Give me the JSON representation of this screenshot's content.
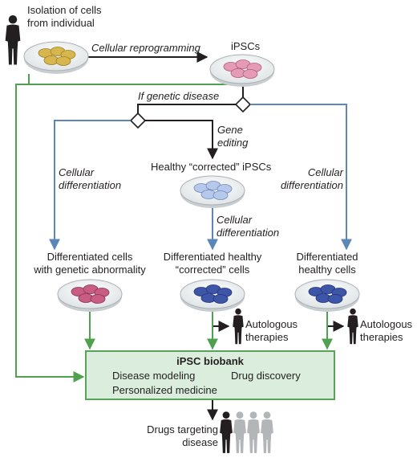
{
  "labels": {
    "isolation": "Isolation of cells\nfrom individual",
    "reprogramming": "Cellular reprogramming",
    "ipscs": "iPSCs",
    "if_genetic": "If genetic disease",
    "gene_editing": "Gene\nediting",
    "diff_left": "Cellular\ndifferentiation",
    "diff_right": "Cellular\ndifferentiation",
    "healthy_corrected_ipscs": "Healthy “corrected” iPSCs",
    "diff_mid": "Cellular\ndifferentiation",
    "diff_abnormal": "Differentiated cells\nwith genetic abnormality",
    "diff_corrected": "Differentiated healthy\n“corrected” cells",
    "diff_healthy": "Differentiated\nhealthy cells",
    "autologous_1": "Autologous\ntherapies",
    "autologous_2": "Autologous\ntherapies",
    "drugs_targeting": "Drugs targeting\ndisease"
  },
  "biobank": {
    "title": "iPSC biobank",
    "item1": "Disease modeling",
    "item2": "Drug discovery",
    "item3": "Personalized medicine"
  },
  "colors": {
    "black_arrow": "#231f20",
    "blue_arrow": "#5a86b8",
    "green_arrow": "#4fa14f",
    "biobank_fill": "#dbeedd",
    "yellow_cells": "#d8b64e",
    "pink_cells": "#e59bb5",
    "light_blue_cells": "#b7c9ea",
    "dark_pink_cells": "#c85c83",
    "dark_blue_cells": "#3e56a8"
  }
}
